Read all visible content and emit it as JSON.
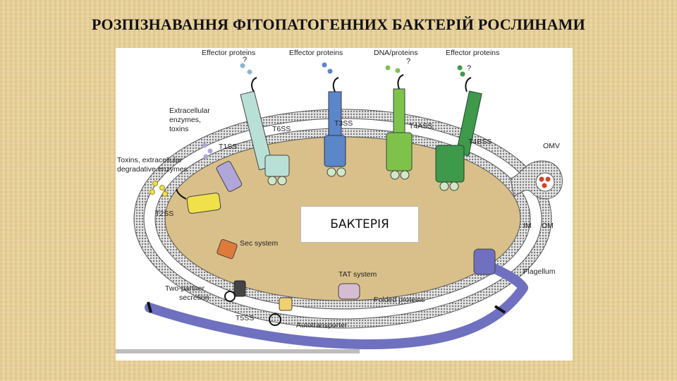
{
  "title": "РОЗПІЗНАВАННЯ ФІТОПАТОГЕННИХ БАКТЕРІЙ РОСЛИНАМИ",
  "bacterium_label": "БАКТЕРІЯ",
  "labels": {
    "effector1": "Effector proteins",
    "effector2": "Effector proteins",
    "dna_proteins": "DNA/proteins",
    "effector3": "Effector proteins",
    "extracellular_1": "Extracellular",
    "extracellular_2": "enzymes,",
    "extracellular_3": "toxins",
    "toxins_1": "Toxins, extracellular",
    "toxins_2": "degradative enzymes",
    "t1ss": "T1SS",
    "t2ss": "T2SS",
    "t3ss": "T3SS",
    "t4ass": "T4ASS",
    "t4bss": "T4BSS",
    "t5ss": "T5SS",
    "t6ss": "T6SS",
    "omv": "OMV",
    "im": "IM",
    "om": "OM",
    "sec_system": "Sec system",
    "tat_system": "TAT system",
    "folded_proteins": "Folded proteins",
    "two_partner_1": "Two-partner",
    "two_partner_2": "secretion",
    "autotransporter": "Autotransporter",
    "flagellum": "Flagellum",
    "question": "?"
  },
  "colors": {
    "t6ss": "#b9e0d6",
    "t3ss": "#5b86c9",
    "t4ass": "#7fc24a",
    "t4bss": "#3e9a4a",
    "t1ss": "#b0a6d8",
    "t2ss": "#f0e04a",
    "sec": "#e07a3a",
    "tat": "#d6bcd0",
    "flagellum": "#7070c0",
    "cytoplasm": "#d9c08a"
  }
}
